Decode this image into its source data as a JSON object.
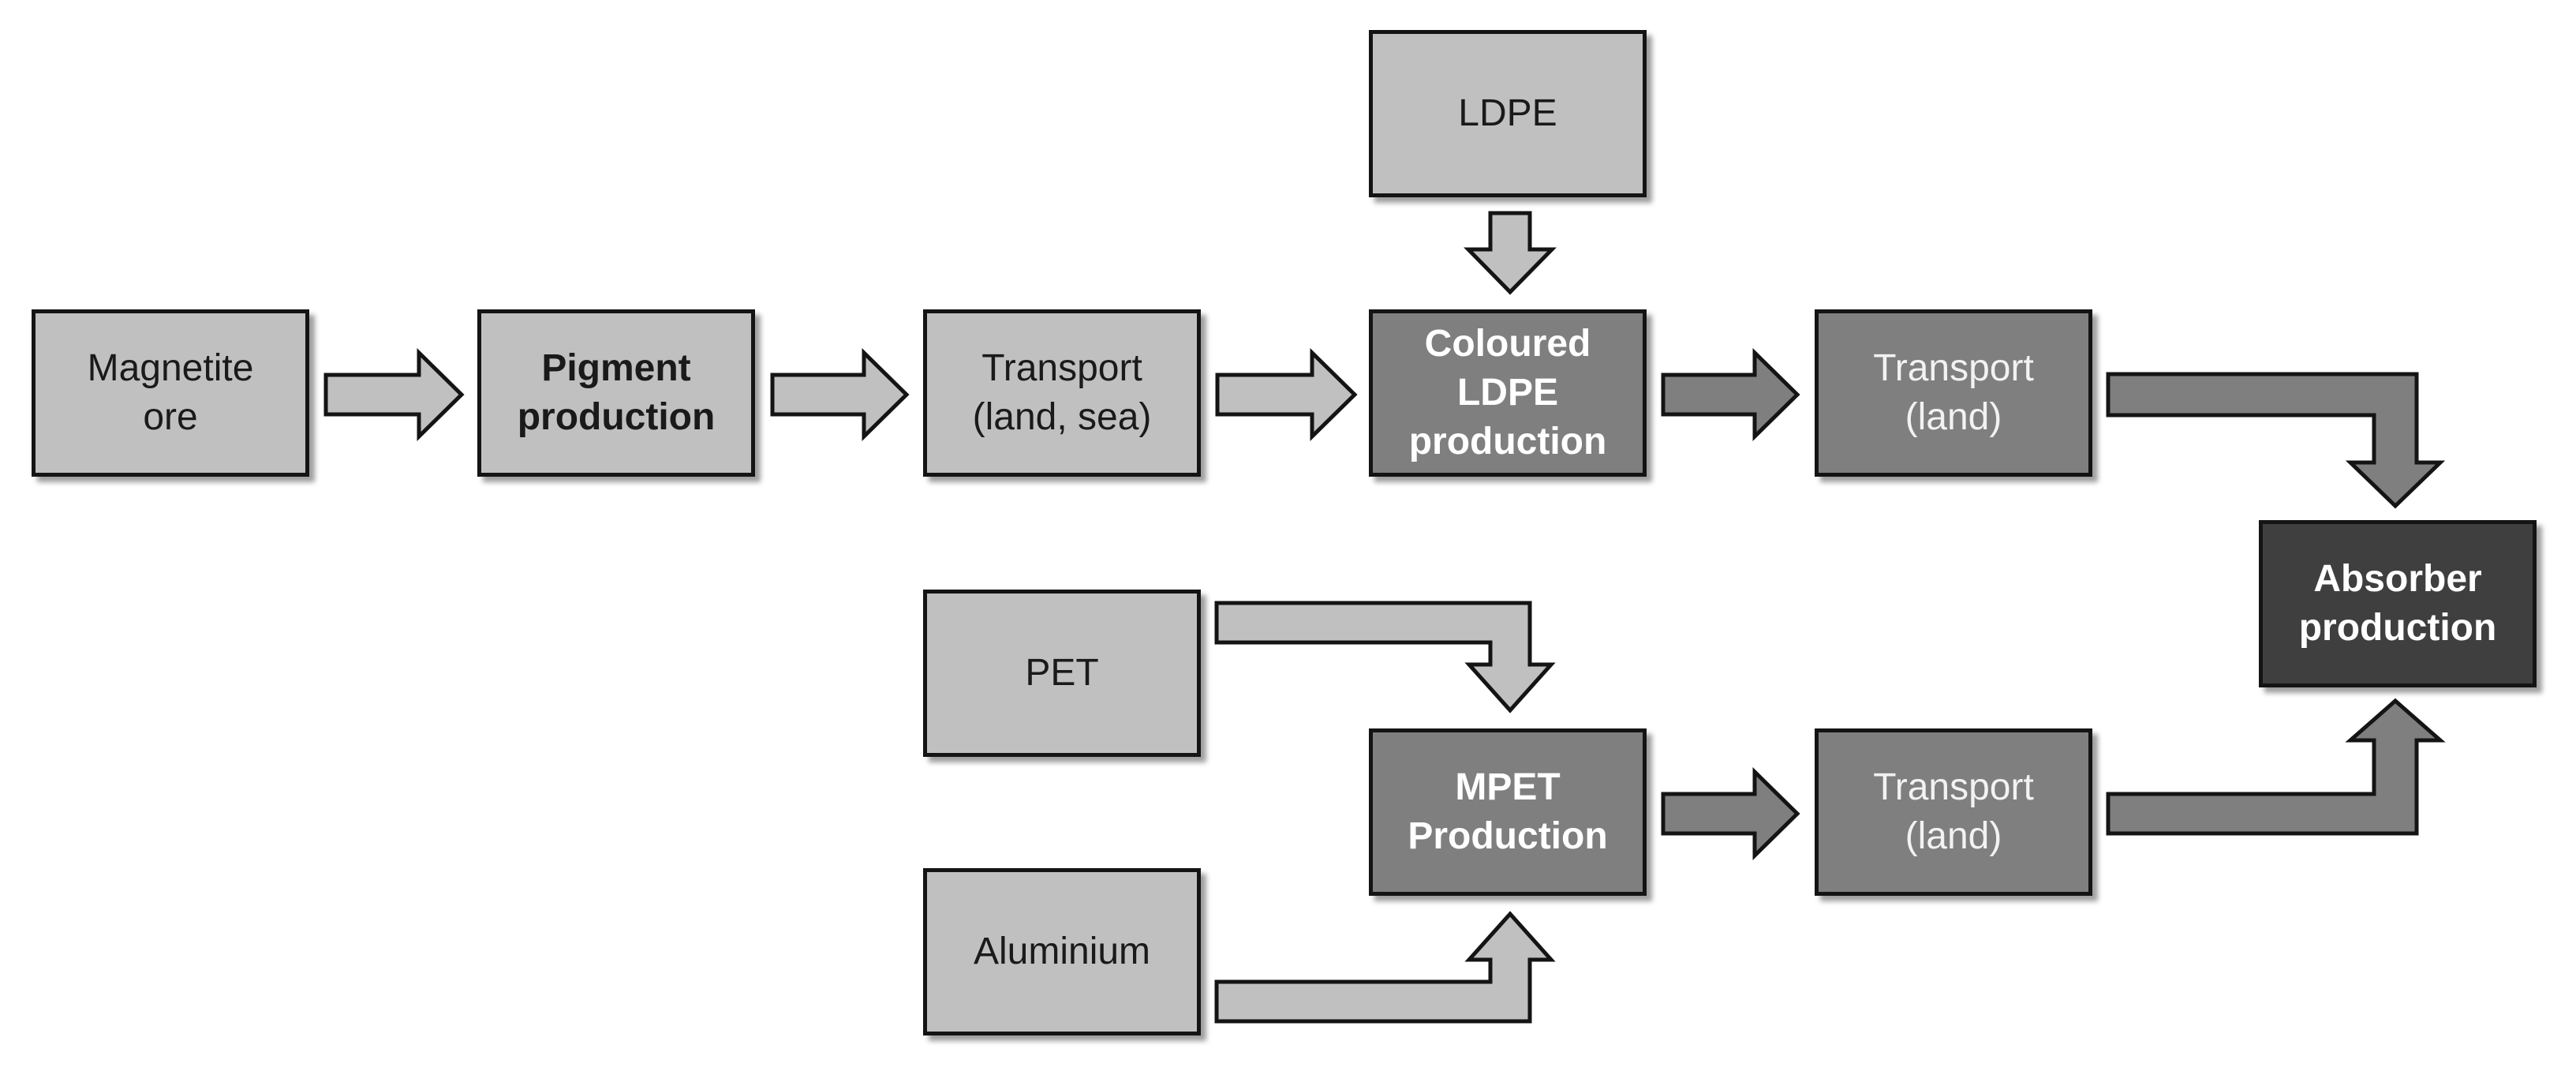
{
  "nodes": {
    "magnetite": {
      "label": "Magnetite ore"
    },
    "pigment": {
      "label": "Pigment production"
    },
    "transport_sea": {
      "label": "Transport (land, sea)"
    },
    "ldpe": {
      "label": "LDPE"
    },
    "coloured_ldpe": {
      "label": "Coloured LDPE production"
    },
    "transport_top": {
      "label": "Transport (land)"
    },
    "absorber": {
      "label": "Absorber production"
    },
    "pet": {
      "label": "PET"
    },
    "aluminium": {
      "label": "Aluminium"
    },
    "mpet": {
      "label": "MPET Production"
    },
    "transport_bottom": {
      "label": "Transport (land)"
    }
  },
  "colors": {
    "light_fill": "#c0c0c0",
    "mid_fill": "#7f7f7f",
    "dark_fill": "#3f3f3f",
    "outline": "#141414"
  }
}
